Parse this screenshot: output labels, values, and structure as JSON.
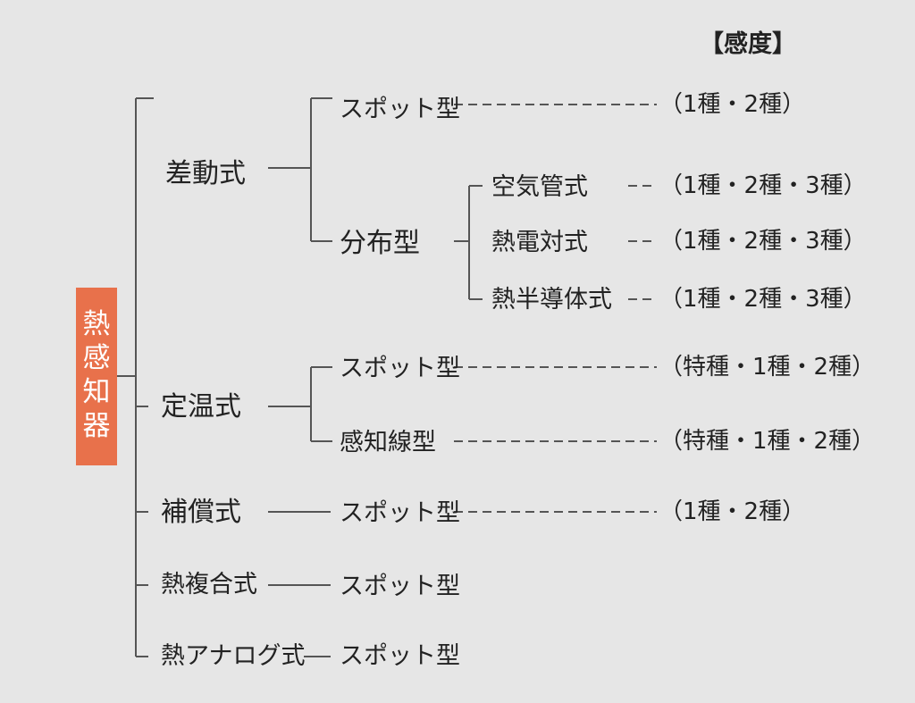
{
  "diagram": {
    "header": "【感度】",
    "root": "熱感知器",
    "categories": {
      "sadou": "差動式",
      "teion": "定温式",
      "hosho": "補償式",
      "fukugo": "熱複合式",
      "analog": "熱アナログ式"
    },
    "types": {
      "sadou_spot": "スポット型",
      "bunpu": "分布型",
      "kuki": "空気管式",
      "netsuden": "熱電対式",
      "handotai": "熱半導体式",
      "teion_spot": "スポット型",
      "kanchisen": "感知線型",
      "hosho_spot": "スポット型",
      "fukugo_spot": "スポット型",
      "analog_spot": "スポット型"
    },
    "sensitivity": {
      "sadou_spot": "（1種・2種）",
      "kuki": "（1種・2種・3種）",
      "netsuden": "（1種・2種・3種）",
      "handotai": "（1種・2種・3種）",
      "teion_spot": "（特種・1種・2種）",
      "kanchisen": "（特種・1種・2種）",
      "hosho_spot": "（1種・2種）"
    },
    "colors": {
      "root_fill": "#e8714b",
      "line": "#555555",
      "background": "#e6e6e6"
    }
  }
}
